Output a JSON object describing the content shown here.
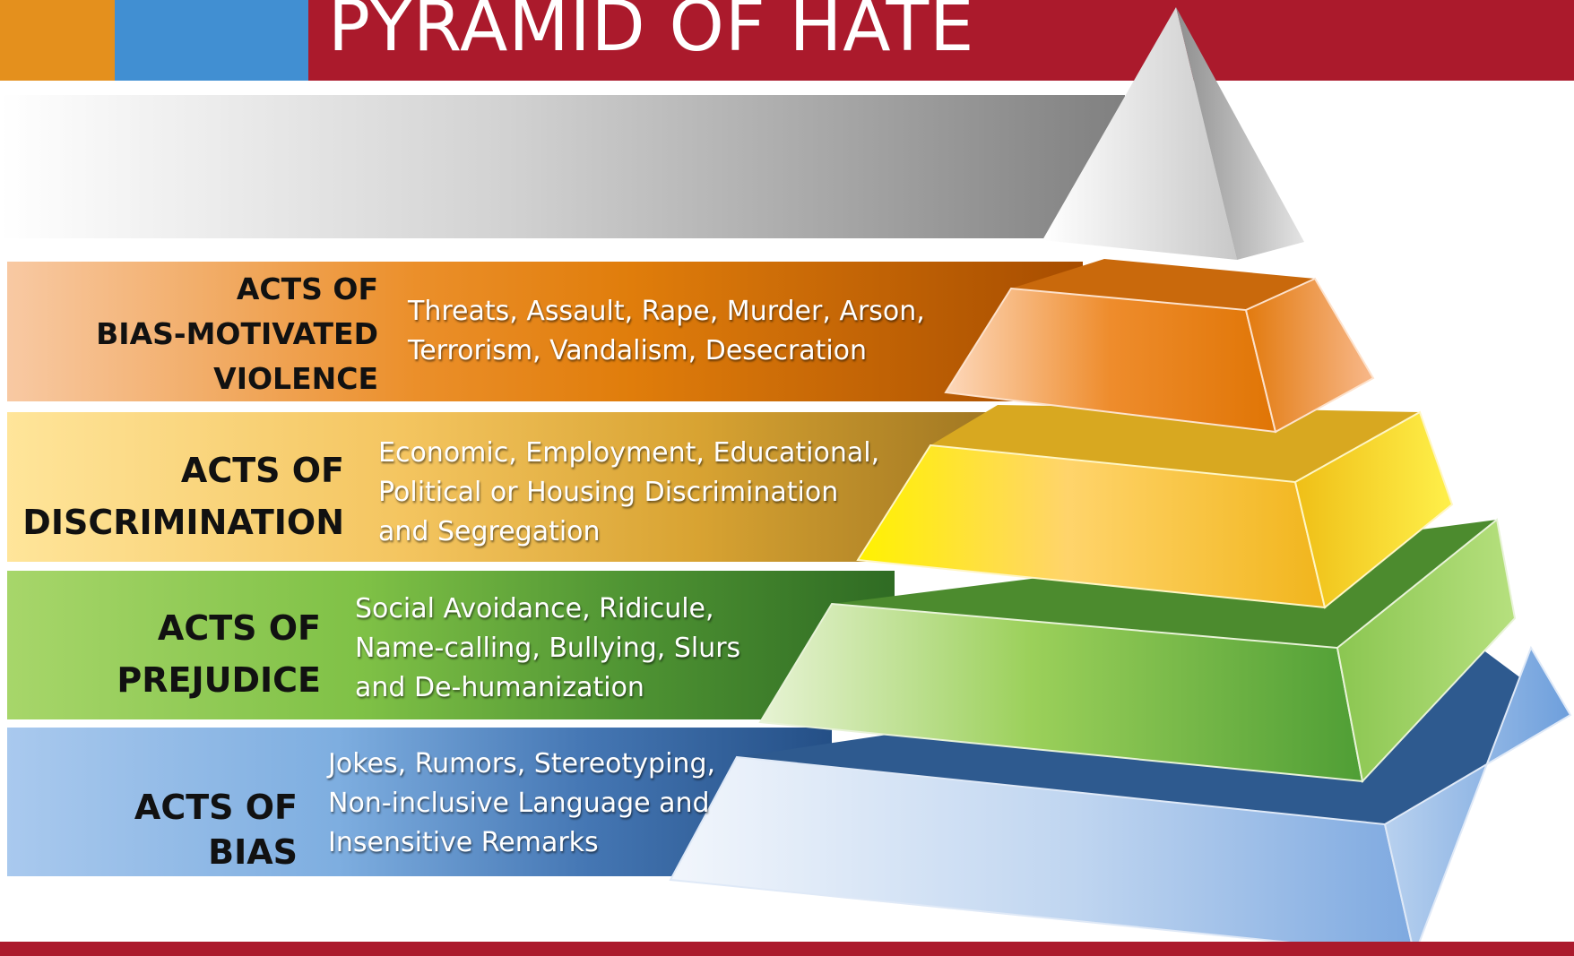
{
  "header": {
    "title": "PYRAMID OF HATE",
    "colors": {
      "orange": "#e4901d",
      "blue": "#418fd2",
      "red": "#ab1a2c"
    }
  },
  "tiers": {
    "violence": {
      "label": "ACTS OF\nBIAS-MOTIVATED\nVIOLENCE",
      "description": "Threats, Assault, Rape, Murder, Arson,\nTerrorism, Vandalism, Desecration",
      "color": "#e07d0b"
    },
    "discrimination": {
      "label": "ACTS OF\nDISCRIMINATION",
      "description": "Economic, Employment, Educational,\nPolitical or Housing Discrimination\nand Segregation",
      "color": "#f4c430"
    },
    "prejudice": {
      "label": "ACTS OF\nPREJUDICE",
      "description": "Social Avoidance, Ridicule,\nName-calling, Bullying, Slurs\nand De-humanization",
      "color": "#6fb33c"
    },
    "bias": {
      "label": "ACTS OF BIAS",
      "description": "Jokes, Rumors, Stereotyping,\nNon-inclusive Language and\nInsensitive Remarks",
      "color": "#5b93d4"
    }
  }
}
